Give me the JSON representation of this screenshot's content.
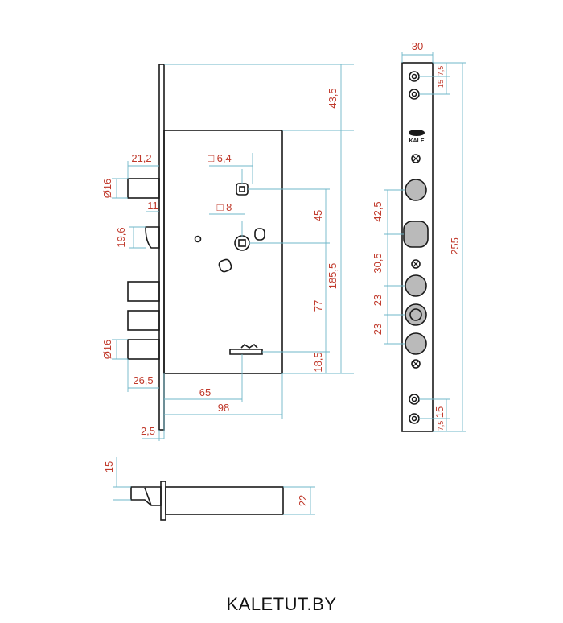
{
  "colors": {
    "outline": "#1a1a1a",
    "dimension_line": "#6fb7c9",
    "dimension_text": "#c0392b",
    "hole_fill": "#8c8c8c"
  },
  "labels": {
    "bolt_length": "21,2",
    "bolt_diameter_top": "Ø16",
    "latch_width": "11",
    "latch_height": "19,6",
    "bolt_diameter_bottom": "Ø16",
    "bolt_bottom_length": "26,5",
    "faceplate_thickness": "2,5",
    "backset_handle": "65",
    "case_depth": "98",
    "square_top": "□ 6,4",
    "square_mid": "□ 8",
    "top_offset": "43,5",
    "spindle_spacing": "45",
    "cylinder_distance": "77",
    "bottom_offset": "18,5",
    "case_height": "185,5",
    "strip_width": "30",
    "strip_top_15": "15",
    "strip_top_75": "7,5",
    "strip_42_5": "42,5",
    "strip_30_5": "30,5",
    "strip_23_a": "23",
    "strip_23_b": "23",
    "strip_total": "255",
    "strip_bottom_15": "15",
    "strip_bottom_75": "7,5",
    "side_15": "15",
    "side_22": "22",
    "strip_logo": "KALE"
  },
  "footer": {
    "brand": "KALETUT.BY"
  }
}
